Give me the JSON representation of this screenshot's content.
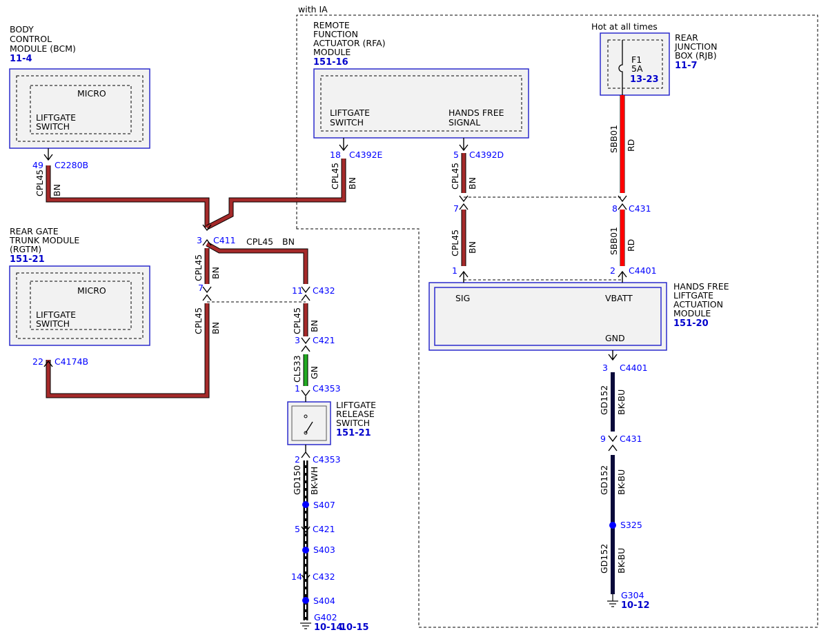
{
  "container_label": "with IA",
  "bcm": {
    "title": [
      "BODY",
      "CONTROL",
      "MODULE (BCM)"
    ],
    "ref": "11-4",
    "micro": "MICRO",
    "pin": [
      "LIFTGATE",
      "SWITCH"
    ]
  },
  "rgtm": {
    "title": [
      "REAR GATE",
      "TRUNK MODULE",
      "(RGTM)"
    ],
    "ref": "151-21",
    "micro": "MICRO",
    "pin": [
      "LIFTGATE",
      "SWITCH"
    ]
  },
  "rfa": {
    "title": [
      "REMOTE",
      "FUNCTION",
      "ACTUATOR (RFA)",
      "MODULE"
    ],
    "ref": "151-16",
    "pin1": [
      "LIFTGATE",
      "SWITCH"
    ],
    "pin2": [
      "HANDS FREE",
      "SIGNAL"
    ]
  },
  "rjb": {
    "hot": "Hot at all times",
    "title": [
      "REAR",
      "JUNCTION",
      "BOX (RJB)"
    ],
    "ref": "11-7",
    "fuse": "F1",
    "amp": "5A",
    "fuse_ref": "13-23"
  },
  "hfam": {
    "title": [
      "HANDS FREE",
      "LIFTGATE",
      "ACTUATION",
      "MODULE"
    ],
    "ref": "151-20",
    "sig": "SIG",
    "vbatt": "VBATT",
    "gnd": "GND"
  },
  "lrs": {
    "title": [
      "LIFTGATE",
      "RELEASE",
      "SWITCH"
    ],
    "ref": "151-21"
  },
  "connectors": {
    "c2280b": {
      "pin": "49",
      "name": "C2280B"
    },
    "c4174b": {
      "pin": "22",
      "name": "C4174B"
    },
    "c411_3": {
      "pin": "3",
      "name": "C411"
    },
    "c411_7": {
      "pin": "7"
    },
    "c432_11": {
      "pin": "11",
      "name": "C432"
    },
    "c421_3": {
      "pin": "3",
      "name": "C421"
    },
    "c4353_1": {
      "pin": "1",
      "name": "C4353"
    },
    "c4353_2": {
      "pin": "2",
      "name": "C4353"
    },
    "c421_5": {
      "pin": "5",
      "name": "C421"
    },
    "c432_14": {
      "pin": "14",
      "name": "C432"
    },
    "c4392e": {
      "pin": "18",
      "name": "C4392E"
    },
    "c4392d": {
      "pin": "5",
      "name": "C4392D"
    },
    "c431_7": {
      "pin": "7"
    },
    "c431_8": {
      "pin": "8",
      "name": "C431"
    },
    "c4401_1": {
      "pin": "1"
    },
    "c4401_2": {
      "pin": "2",
      "name": "C4401"
    },
    "c4401_3": {
      "pin": "3",
      "name": "C4401"
    },
    "c431_9": {
      "pin": "9",
      "name": "C431"
    }
  },
  "wires": {
    "cpl45": "CPL45",
    "bn": "BN",
    "cls33": "CLS33",
    "gn": "GN",
    "sbb01": "SBB01",
    "rd": "RD",
    "gd150": "GD150",
    "bkwh": "BK-WH",
    "gd152": "GD152",
    "bkbu": "BK-BU"
  },
  "splices": {
    "s407": "S407",
    "s403": "S403",
    "s404": "S404",
    "s325": "S325"
  },
  "grounds": {
    "g402": {
      "name": "G402",
      "ref1": "10-14",
      "ref2": "10-15"
    },
    "g304": {
      "name": "G304",
      "ref": "10-12"
    }
  },
  "colors": {
    "brown": "#a52a2a",
    "red": "#ff0000",
    "green": "#22aa22",
    "navy": "#0a0a3a",
    "module_border": "#2a2acc",
    "link": "#0000ff"
  }
}
